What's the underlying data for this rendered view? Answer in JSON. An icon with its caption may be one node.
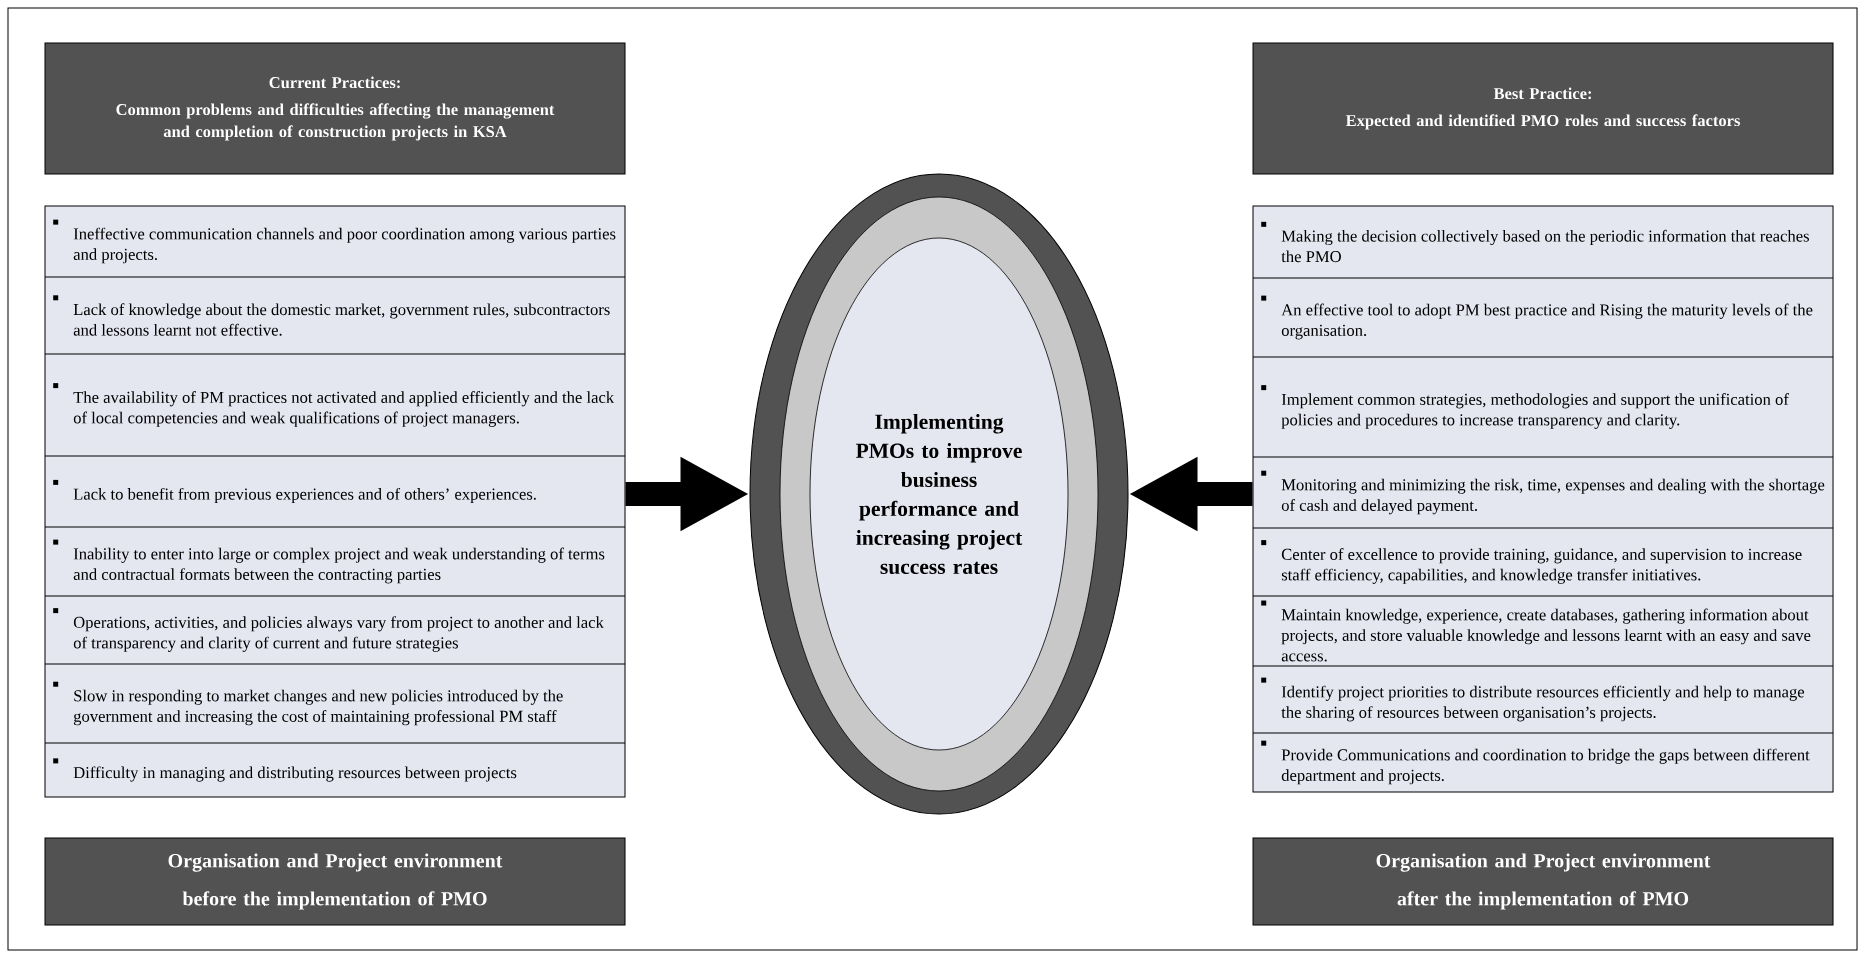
{
  "diagram": {
    "nodes": [
      {
        "text": [
          "Current Practices:",
          "Common problems and difficulties affecting the management and completion of construction projects in KSA"
        ]
      },
      {
        "text": [
          "Ineffective communication channels and poor coordination among various parties and  projects.",
          "Lack of knowledge about the domestic market, government rules, subcontractors and lessons learnt not effective.",
          "The availability of PM practices not activated and applied efficiently and the lack of local competencies and weak qualifications of project managers.",
          "Lack to benefit from previous experiences and of others’ experiences.",
          "Inability to enter into large or complex project and weak understanding of terms and contractual formats between the contracting parties",
          "Operations, activities, and policies always vary from project to another and lack of transparency and clarity of current and future strategies",
          "Slow in responding to market changes and new policies introduced by the government and increasing the cost of maintaining professional PM staff",
          "Difficulty in managing and distributing resources between projects"
        ]
      },
      {
        "text": [
          "Organisation and Project environment before the implementation of PMO"
        ]
      },
      {
        "text": [
          "Implementing PMOs to improve business performance and increasing project success rates"
        ]
      },
      {
        "text": [
          "Best Practice:",
          "Expected and identified PMO roles and success factors"
        ]
      },
      {
        "text": [
          "Making the decision collectively based on the periodic information that reaches the PMO",
          "An effective tool to adopt PM best practice and Rising the maturity levels of the organisation.",
          "Implement common strategies, methodologies and support the unification of policies and procedures to increase transparency and clarity.",
          "Monitoring and minimizing the risk, time, expenses and dealing with the shortage of cash and delayed payment.",
          "Center of excellence to provide training, guidance, and supervision to increase staff efficiency, capabilities, and knowledge transfer initiatives.",
          "Maintain knowledge, experience, create databases, gathering information about projects, and store valuable knowledge and lessons learnt with an easy and save access.",
          "Identify project priorities to distribute resources efficiently and help to manage the sharing of resources between organisation’s projects.",
          "Provide Communications and coordination to bridge the gaps between different department and projects."
        ]
      },
      {
        "text": [
          "Organisation and Project environment after the implementation of PMO"
        ]
      }
    ],
    "edges": [
      {
        "from": 1,
        "to": 3,
        "arrow": "to"
      },
      {
        "from": 5,
        "to": 3,
        "arrow": "to"
      }
    ]
  }
}
